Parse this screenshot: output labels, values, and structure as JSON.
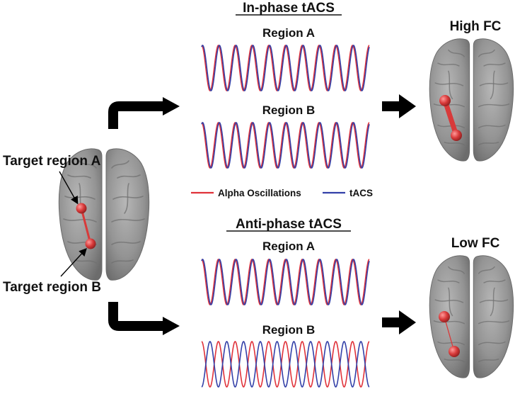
{
  "titles": {
    "in_phase": "In-phase tACS",
    "anti_phase": "Anti-phase tACS",
    "high_fc": "High FC",
    "low_fc": "Low FC"
  },
  "region_labels": {
    "in_a": "Region A",
    "in_b": "Region B",
    "anti_a": "Region A",
    "anti_b": "Region B"
  },
  "target_labels": {
    "a": "Target region A",
    "b": "Target region B"
  },
  "legend": {
    "alpha": "Alpha Oscillations",
    "tacs": "tACS"
  },
  "colors": {
    "alpha": "#e0323a",
    "tacs": "#3340a8",
    "brain": "#8d8d8d",
    "node": "#d83a3a",
    "arrow": "#000000"
  },
  "waves": {
    "cycles": 10,
    "in_phase_a": {
      "tacs_shift": 0.06
    },
    "in_phase_b": {
      "tacs_shift": 0.06
    },
    "anti_phase_a": {
      "tacs_shift": 0.06
    },
    "anti_phase_b": {
      "tacs_shift": 0.5
    }
  }
}
